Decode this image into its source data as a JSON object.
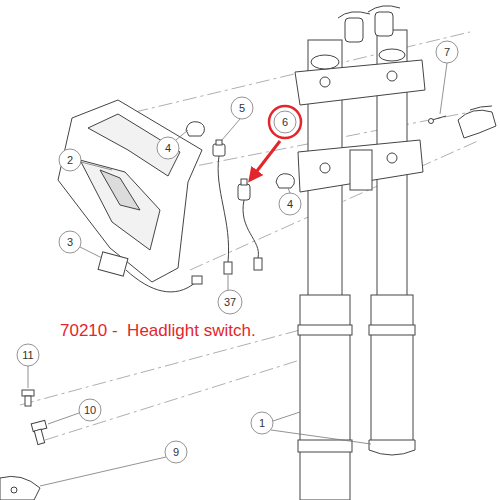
{
  "diagram": {
    "labels": [
      "4",
      "5",
      "6",
      "7",
      "2",
      "4",
      "3",
      "37",
      "70210 -  Headlight switch.",
      "11",
      "10",
      "9",
      "1"
    ]
  }
}
